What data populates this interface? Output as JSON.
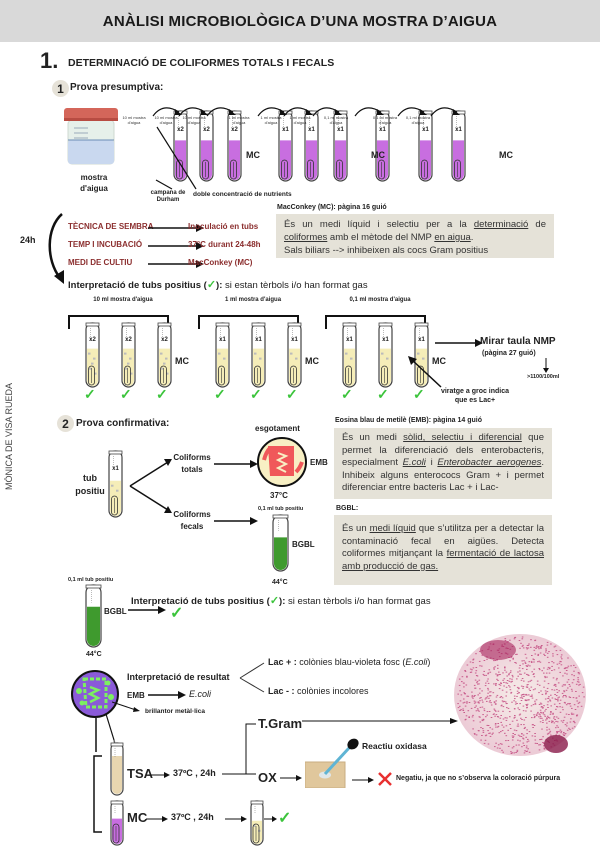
{
  "header": {
    "title": "ANÀLISI MICROBIOLÒGICA D’UNA MOSTRA D’AIGUA"
  },
  "side_label": "MÓNICA DE VISA RUEDA",
  "section1": {
    "number": "1.",
    "title": "DETERMINACIÓ DE COLIFORMES TOTALS I FECALS",
    "presumptive": {
      "badge": "1",
      "title": "Prova presumptiva:",
      "sample_label": "mostra d'aigua",
      "tube_groups": [
        {
          "label": "10 ml mostra d'aigua",
          "factor": "x2",
          "count": 3
        },
        {
          "label": "1 ml mostra d'aigua",
          "factor": "x1",
          "count": 3
        },
        {
          "label": "0,1 ml mostra d'aigua",
          "factor": "x1",
          "count": 3
        }
      ],
      "medium_label": "MC",
      "durham_label": "campana de Durham",
      "double_conc_label": "doble concentració de nutrients",
      "incubation_time": "24h",
      "steps": [
        {
          "label": "TÈCNICA DE SEMBRA",
          "value": "Inoculació en tubs"
        },
        {
          "label": "TEMP I INCUBACIÓ",
          "value": "37°C durant 24-48h"
        },
        {
          "label": "MEDI DE CULTIU",
          "value": "MacConkey (MC)"
        }
      ],
      "mc_box": {
        "title": "MacConkey (MC): pàgina 16 guió",
        "line1_a": "És un medi líquid i selectiu per a la ",
        "line1_u": "determinació",
        "line1_b": " de ",
        "line2_u": "coliformes",
        "line2_b": " amb el mètode del NMP ",
        "line2_u2": "en aigua",
        "line2_c": ".",
        "line3": "Sals biliars --> inhibeixen als cocs Gram positius"
      },
      "interpretation_bold": "Interpretació de tubs positius (",
      "interpretation_check": "✓",
      "interpretation_close": "):",
      "interpretation_text": " si estan tèrbols i/o han format gas",
      "nmp_label": "Mirar taula NMP",
      "nmp_page": "(pàgina 27 guió)",
      "nmp_result": ">1100/100ml",
      "viratge_label": "viratge a groc indica que es Lac+"
    },
    "confirmative": {
      "badge": "2",
      "title": "Prova confirmativa:",
      "tube_label": "tub positiu",
      "branch_total": "Coliforms totals",
      "branch_fecal": "Coliforms fecals",
      "streak_label": "esgotament",
      "emb_label": "EMB",
      "temp_37": "37°C",
      "bgbl_tube_label": "0,1 ml tub positiu",
      "bgbl_label": "BGBL",
      "temp_44": "44°C",
      "emb_box": {
        "title": "Eosina blau de metilè (EMB): pàgina 14 guió",
        "t1": "És un medi ",
        "u1": "sòlid, selectiu i diferencial",
        "t2": " que permet la diferenciació dels enterobacteris, especialment ",
        "u2": "E.coli",
        "t3": " i ",
        "u3": "Enterobacter aerogenes",
        "t4": ". Inhibeix alguns enterococs Gram + i permet diferenciar entre bacteris Lac + i Lac-"
      },
      "bgbl_box": {
        "title": "BGBL:",
        "t1": "És un ",
        "u1": "medi líquid",
        "t2": " que s’utilitza per a detectar la contaminació fecal en aigües. Detecta coliformes mitjançant la ",
        "u2": "fermentació de lactosa amb producció de gas."
      },
      "bgbl2_tube_label": "0,1 ml tub positiu",
      "bgbl2_label": "BGBL",
      "bgbl2_temp": "44°C",
      "interpretation_bold": "Interpretació de tubs positius (",
      "interpretation_check": "✓",
      "interpretation_close": "):",
      "interpretation_text": " si estan tèrbols i/o han format gas",
      "results_title": "Interpretació de resultat",
      "lac_pos_label": "Lac + :",
      "lac_pos_text": " colònies blau-violeta fosc (",
      "lac_pos_italic": "E.coli",
      "lac_pos_close": ")",
      "lac_neg_label": "Lac - :",
      "lac_neg_text": " colònies incolores",
      "emb_result_label": "EMB",
      "emb_result_value": "E.coli",
      "metallic_label": "brillantor metàl·lica",
      "gram_label": "T.Gram",
      "oxidase_reagent": "Reactiu oxidasa",
      "tsa_label": "TSA",
      "tsa_cond": "37ºC , 24h",
      "ox_label": "OX",
      "ox_result": "Negatiu, ja que no s’observa la coloració púrpura",
      "mc_label": "MC",
      "mc_cond": "37ºC , 24h"
    }
  },
  "colors": {
    "mc_purple": "#c86ee0",
    "yellow_medium": "#f5edb8",
    "bgbl_green": "#3f9a2e",
    "check_green": "#3cc43c",
    "step_red": "#8b2e2e",
    "box_bg": "#e5e2d8",
    "header_bg": "#d9d9d9",
    "emb_red": "#f0585a",
    "emb_purple": "#8a5ad8",
    "emb_green": "#7cf060",
    "cross_red": "#e83030"
  }
}
